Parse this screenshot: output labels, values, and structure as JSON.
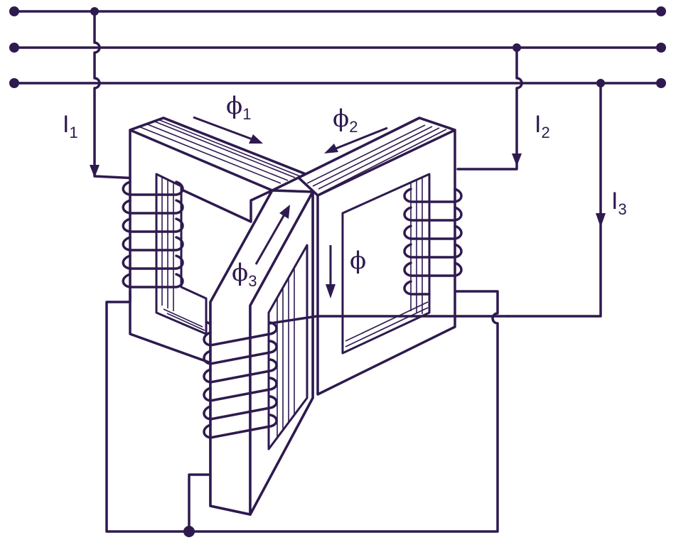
{
  "labels": {
    "I1": {
      "main": "I",
      "sub": "1"
    },
    "I2": {
      "main": "I",
      "sub": "2"
    },
    "I3": {
      "main": "I",
      "sub": "3"
    },
    "phi1": {
      "main": "ϕ",
      "sub": "1"
    },
    "phi2": {
      "main": "ϕ",
      "sub": "2"
    },
    "phi3": {
      "main": "ϕ",
      "sub": "3"
    },
    "phi": {
      "main": "ϕ"
    }
  },
  "colors": {
    "ink": "#2e1a4f",
    "background": "#ffffff"
  }
}
